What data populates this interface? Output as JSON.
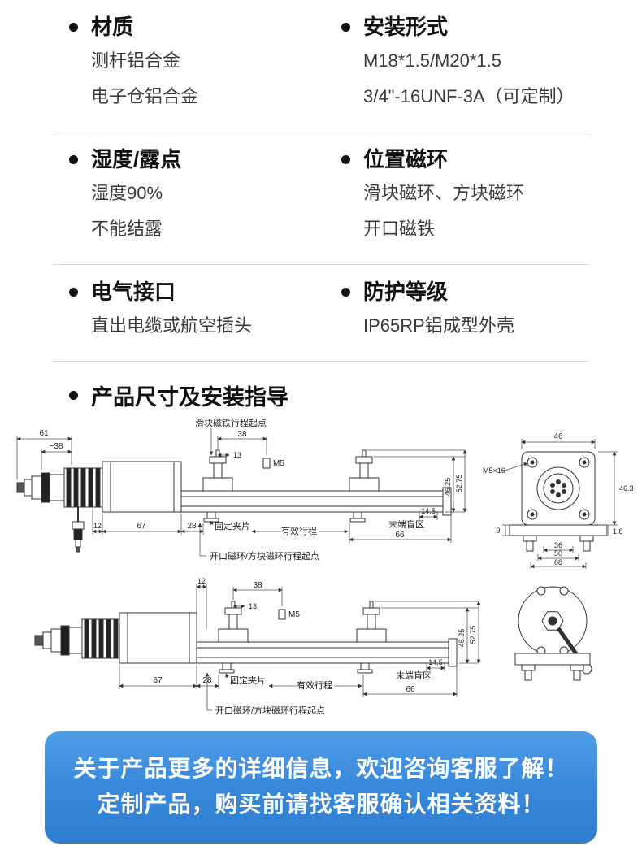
{
  "specs": {
    "rows": [
      {
        "left": {
          "title": "材质",
          "lines": [
            "测杆铝合金",
            "电子仓铝合金"
          ]
        },
        "right": {
          "title": "安装形式",
          "lines": [
            "M18*1.5/M20*1.5",
            "3/4\"-16UNF-3A（可定制）"
          ]
        }
      },
      {
        "left": {
          "title": "湿度/露点",
          "lines": [
            "湿度90%",
            "不能结露"
          ]
        },
        "right": {
          "title": "位置磁环",
          "lines": [
            "滑块磁环、方块磁环",
            "开口磁铁"
          ]
        }
      },
      {
        "left": {
          "title": "电气接口",
          "lines": [
            "直出电缆或航空插头"
          ]
        },
        "right": {
          "title": "防护等级",
          "lines": [
            "IP65RP铝成型外壳"
          ]
        }
      }
    ]
  },
  "section_title": "产品尺寸及安装指导",
  "drawings": {
    "d1": {
      "slider_start": "滑块磁铁行程起点",
      "d61": "61",
      "d38_approx": "~38",
      "d12": "12",
      "d67": "67",
      "d28": "28",
      "d38": "38",
      "d13": "13",
      "m5": "M5",
      "clip": "固定夹片",
      "stroke": "有效行程",
      "blind": "末端盲区",
      "d145": "14.5",
      "d66": "66",
      "d4625": "46.25",
      "d5275": "52.75",
      "ring_start": "开口磁环/方块磁环行程起点"
    },
    "d1side": {
      "d46": "46",
      "m5x16": "M5×16",
      "d463": "46.3",
      "d9": "9",
      "d18": "1.8",
      "d36": "36",
      "d50": "50",
      "d68": "68"
    },
    "d2": {
      "d12": "12",
      "d38": "38",
      "d13": "13",
      "m5": "M5",
      "d67": "67",
      "d28": "28",
      "clip": "固定夹片",
      "stroke": "有效行程",
      "blind": "末端盲区",
      "d145": "14.5",
      "d66": "66",
      "d4625": "46.25",
      "d5275": "52.75",
      "ring_start": "开口磁环/方块磁环行程起点"
    }
  },
  "banner": {
    "line1": "关于产品更多的详细信息，欢迎咨询客服了解！",
    "line2": "定制产品，购买前请找客服确认相关资料！"
  }
}
